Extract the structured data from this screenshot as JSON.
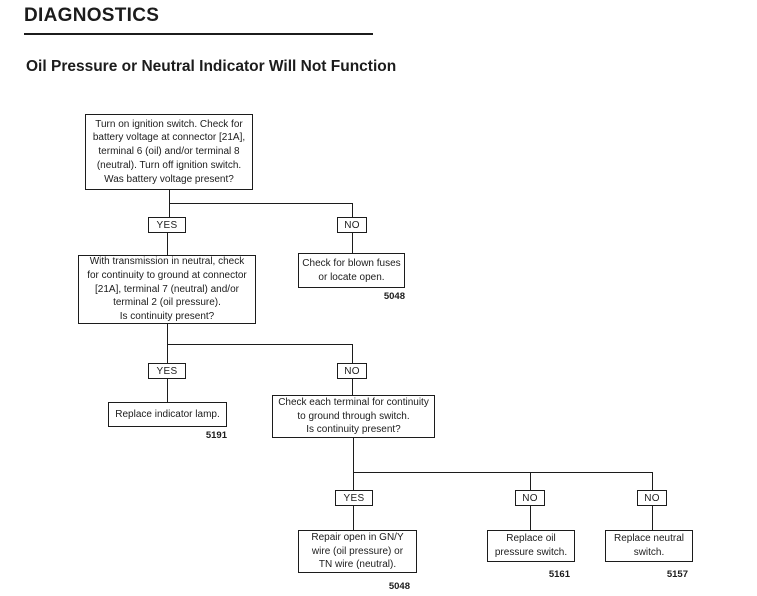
{
  "header": {
    "title": "DIAGNOSTICS",
    "section_title": "Oil Pressure or Neutral Indicator Will Not Function"
  },
  "colors": {
    "ink": "#1c1c1c",
    "background": "#ffffff"
  },
  "flowchart": {
    "q_ignition": {
      "text": "Turn on ignition switch. Check for\nbattery voltage at connector [21A],\nterminal 6 (oil) and/or terminal 8\n(neutral). Turn off ignition switch.\nWas battery voltage present?"
    },
    "branch1": {
      "yes": "YES",
      "no": "NO"
    },
    "q_continuity_ground": {
      "text": "With transmission in neutral, check\nfor continuity to ground at connector\n[21A], terminal 7 (neutral) and/or\nterminal 2 (oil pressure).\nIs continuity present?"
    },
    "check_fuses": {
      "text": "Check for blown fuses\nor locate open.",
      "ref": "5048"
    },
    "branch2": {
      "yes": "YES",
      "no": "NO"
    },
    "replace_lamp": {
      "text": "Replace indicator lamp.",
      "ref": "5191"
    },
    "q_terminal_continuity": {
      "text": "Check each terminal for continuity\nto ground through switch.\nIs continuity present?"
    },
    "branch3": {
      "yes": "YES",
      "no_oil": "NO",
      "no_neutral": "NO"
    },
    "repair_open": {
      "text": "Repair open in GN/Y\nwire (oil pressure) or\nTN wire (neutral).",
      "ref": "5048"
    },
    "replace_oil_switch": {
      "text": "Replace oil\npressure switch.",
      "ref": "5161"
    },
    "replace_neutral_switch": {
      "text": "Replace neutral\nswitch.",
      "ref": "5157"
    }
  }
}
